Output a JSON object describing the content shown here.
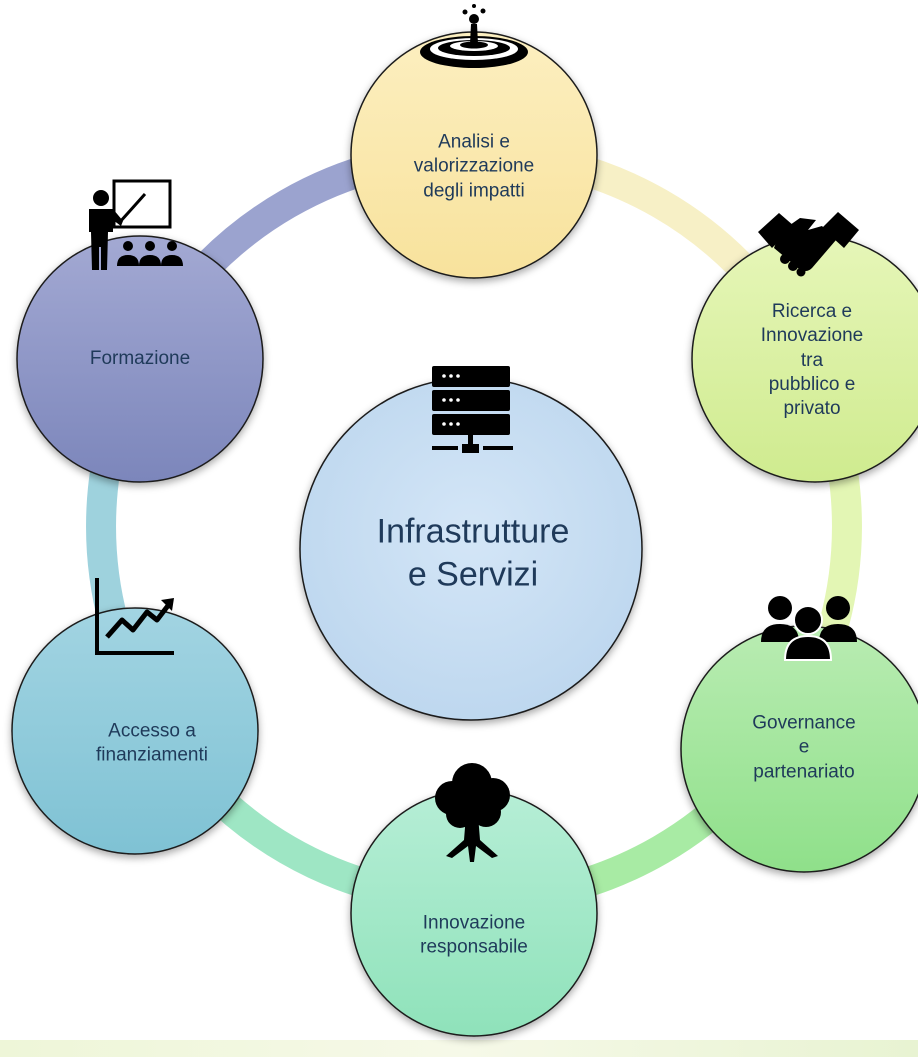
{
  "center": {
    "label": "Infrastrutture\ne Servizi",
    "icon": "server-icon",
    "color": "#c5dcf2"
  },
  "nodes": [
    {
      "id": "analisi",
      "label": "Analisi e\nvalorizzazione\ndegli impatti",
      "icon": "water-drop-target-icon",
      "color": "#fbe9ad"
    },
    {
      "id": "ricerca",
      "label": "Ricerca e\nInnovazione tra\npubblico e\nprivato",
      "icon": "handshake-icon",
      "color": "#dcf1a4"
    },
    {
      "id": "governance",
      "label": "Governance e\npartenariato",
      "icon": "people-group-icon",
      "color": "#a4e6a0"
    },
    {
      "id": "innovazione",
      "label": "Innovazione\nresponsabile",
      "icon": "tree-icon",
      "color": "#a0e7c7"
    },
    {
      "id": "accesso",
      "label": "Accesso a\nfinanziamenti",
      "icon": "growth-chart-icon",
      "color": "#8fcbdb"
    },
    {
      "id": "formazione",
      "label": "Formazione",
      "icon": "teacher-presentation-icon",
      "color": "#8e97c6"
    }
  ]
}
